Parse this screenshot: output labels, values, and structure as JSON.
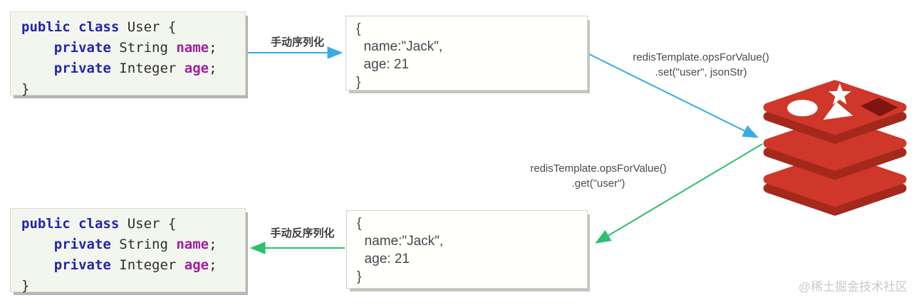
{
  "diagram": {
    "java_class_code": {
      "lines": [
        {
          "tokens": [
            {
              "t": "public",
              "c": "kw"
            },
            {
              "t": " ",
              "c": "p"
            },
            {
              "t": "class",
              "c": "kw"
            },
            {
              "t": " User {",
              "c": "p"
            }
          ]
        },
        {
          "tokens": [
            {
              "t": "    ",
              "c": "p"
            },
            {
              "t": "private",
              "c": "kw"
            },
            {
              "t": " String ",
              "c": "p"
            },
            {
              "t": "name",
              "c": "field"
            },
            {
              "t": ";",
              "c": "p"
            }
          ]
        },
        {
          "tokens": [
            {
              "t": "    ",
              "c": "p"
            },
            {
              "t": "private",
              "c": "kw"
            },
            {
              "t": " Integer ",
              "c": "p"
            },
            {
              "t": "age",
              "c": "field"
            },
            {
              "t": ";",
              "c": "p"
            }
          ]
        },
        {
          "tokens": [
            {
              "t": "}",
              "c": "p"
            }
          ]
        }
      ]
    },
    "json_value": {
      "lines": [
        "{",
        "  name:\"Jack\",",
        "  age: 21",
        "}"
      ]
    },
    "flow_labels": {
      "serialize": "手动序列化",
      "deserialize": "手动反序列化",
      "set_line1": "redisTemplate.opsForValue()",
      "set_line2": ".set(\"user\", jsonStr)",
      "get_line1": "redisTemplate.opsForValue()",
      "get_line2": ".get(\"user\")"
    },
    "icons": {
      "redis": "redis-database-stack-logo"
    },
    "watermark": "@稀土掘金技术社区",
    "colors": {
      "keyword": "#2323b0",
      "field": "#a0209e",
      "code_text": "#2d2d2d",
      "arrow_set": "#38ace2",
      "arrow_get": "#2cc06d",
      "redis_red": "#ce372a",
      "redis_dark": "#a5291b",
      "redis_hole": "#7f150f"
    }
  }
}
